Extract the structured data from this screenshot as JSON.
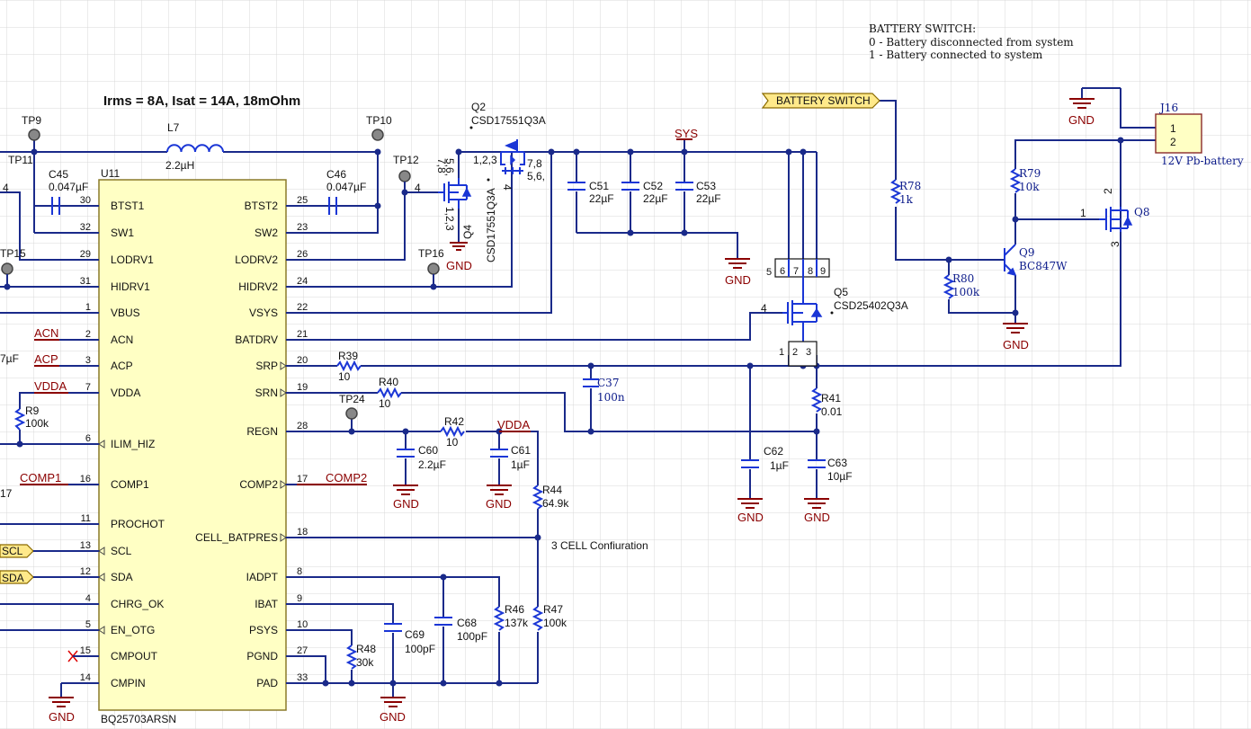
{
  "note": {
    "title": "BATTERY SWITCH:",
    "line1": "0 - Battery disconnected from system",
    "line2": "1 - Battery connected to system"
  },
  "inductor_spec": "Irms = 8A, Isat = 14A, 18mOhm",
  "cell_config": "3 CELL Confiuration",
  "battery_switch_port": "BATTERY SWITCH",
  "ic": {
    "ref": "U11",
    "part": "BQ25703ARSN",
    "left_pins": [
      {
        "name": "BTST1",
        "num": "30"
      },
      {
        "name": "SW1",
        "num": "32"
      },
      {
        "name": "LODRV1",
        "num": "29"
      },
      {
        "name": "HIDRV1",
        "num": "31"
      },
      {
        "name": "VBUS",
        "num": "1"
      },
      {
        "name": "ACN",
        "num": "2"
      },
      {
        "name": "ACP",
        "num": "3"
      },
      {
        "name": "VDDA",
        "num": "7"
      },
      {
        "name": "ILIM_HIZ",
        "num": "6"
      },
      {
        "name": "COMP1",
        "num": "16"
      },
      {
        "name": "PROCHOT",
        "num": "11"
      },
      {
        "name": "SCL",
        "num": "13"
      },
      {
        "name": "SDA",
        "num": "12"
      },
      {
        "name": "CHRG_OK",
        "num": "4"
      },
      {
        "name": "EN_OTG",
        "num": "5"
      },
      {
        "name": "CMPOUT",
        "num": "15"
      },
      {
        "name": "CMPIN",
        "num": "14"
      }
    ],
    "right_pins": [
      {
        "name": "BTST2",
        "num": "25"
      },
      {
        "name": "SW2",
        "num": "23"
      },
      {
        "name": "LODRV2",
        "num": "26"
      },
      {
        "name": "HIDRV2",
        "num": "24"
      },
      {
        "name": "VSYS",
        "num": "22"
      },
      {
        "name": "BATDRV",
        "num": "21"
      },
      {
        "name": "SRP",
        "num": "20"
      },
      {
        "name": "SRN",
        "num": "19"
      },
      {
        "name": "REGN",
        "num": "28"
      },
      {
        "name": "COMP2",
        "num": "17"
      },
      {
        "name": "CELL_BATPRES",
        "num": "18"
      },
      {
        "name": "IADPT",
        "num": "8"
      },
      {
        "name": "IBAT",
        "num": "9"
      },
      {
        "name": "PSYS",
        "num": "10"
      },
      {
        "name": "PGND",
        "num": "27"
      },
      {
        "name": "PAD",
        "num": "33"
      }
    ]
  },
  "net_labels": {
    "acn": "ACN",
    "acp": "ACP",
    "vdda_left": "VDDA",
    "comp1": "COMP1",
    "comp2": "COMP2",
    "vdda_right": "VDDA",
    "sys": "SYS",
    "scl": "SCL",
    "sda": "SDA"
  },
  "test_points": {
    "tp9": "TP9",
    "tp10": "TP10",
    "tp11": "TP11",
    "tp12": "TP12",
    "tp15": "TP15",
    "tp16": "TP16",
    "tp24": "TP24"
  },
  "gnd": "GND",
  "components": {
    "l7": {
      "ref": "L7",
      "value": "2.2µH"
    },
    "c45": {
      "ref": "C45",
      "value": "0.047µF"
    },
    "c46": {
      "ref": "C46",
      "value": "0.047µF"
    },
    "q2": {
      "ref": "Q2",
      "part": "CSD17551Q3A",
      "pins_d": "7,8",
      "pins_d2": "5,6,",
      "pins_s": "1,2,3"
    },
    "q4": {
      "ref": "Q4",
      "part": "CSD17551Q3A",
      "pins_d": "5,6,",
      "pins_d2": "7,8",
      "pins_s": "1,2,3",
      "gate": "4"
    },
    "c51": {
      "ref": "C51",
      "value": "22µF"
    },
    "c52": {
      "ref": "C52",
      "value": "22µF"
    },
    "c53": {
      "ref": "C53",
      "value": "22µF"
    },
    "q5": {
      "ref": "Q5",
      "part": "CSD25402Q3A",
      "gate": "4"
    },
    "r39": {
      "ref": "R39",
      "value": "10"
    },
    "r40": {
      "ref": "R40",
      "value": "10"
    },
    "r42": {
      "ref": "R42",
      "value": "10"
    },
    "c37": {
      "ref": "C37",
      "value": "100n"
    },
    "r41": {
      "ref": "R41",
      "value": "0.01"
    },
    "c60": {
      "ref": "C60",
      "value": "2.2µF"
    },
    "c61": {
      "ref": "C61",
      "value": "1µF"
    },
    "c62": {
      "ref": "C62",
      "value": "1µF"
    },
    "c63": {
      "ref": "C63",
      "value": "10µF"
    },
    "r44": {
      "ref": "R44",
      "value": "64.9k"
    },
    "r9": {
      "ref": "R9",
      "value": "100k"
    },
    "r46": {
      "ref": "R46",
      "value": "137k"
    },
    "r47": {
      "ref": "R47",
      "value": "100k"
    },
    "c68": {
      "ref": "C68",
      "value": "100pF"
    },
    "c69": {
      "ref": "C69",
      "value": "100pF"
    },
    "r48": {
      "ref": "R48",
      "value": "30k"
    },
    "r78": {
      "ref": "R78",
      "value": "1k"
    },
    "r79": {
      "ref": "R79",
      "value": "10k"
    },
    "r80": {
      "ref": "R80",
      "value": "100k"
    },
    "q8": {
      "ref": "Q8",
      "g": "1",
      "d": "2",
      "s": "3"
    },
    "q9": {
      "ref": "Q9",
      "part": "BC847W"
    },
    "j16": {
      "ref": "J16",
      "part": "12V Pb-battery",
      "p1": "1",
      "p2": "2"
    }
  },
  "partial_left": {
    "tp15_edge": "TP15",
    "r17": "17",
    "cap_frag": "7µF"
  },
  "q5_pins": {
    "top": [
      "5",
      "6",
      "7",
      "8",
      "9"
    ],
    "bottom": [
      "1",
      "2",
      "3"
    ]
  }
}
